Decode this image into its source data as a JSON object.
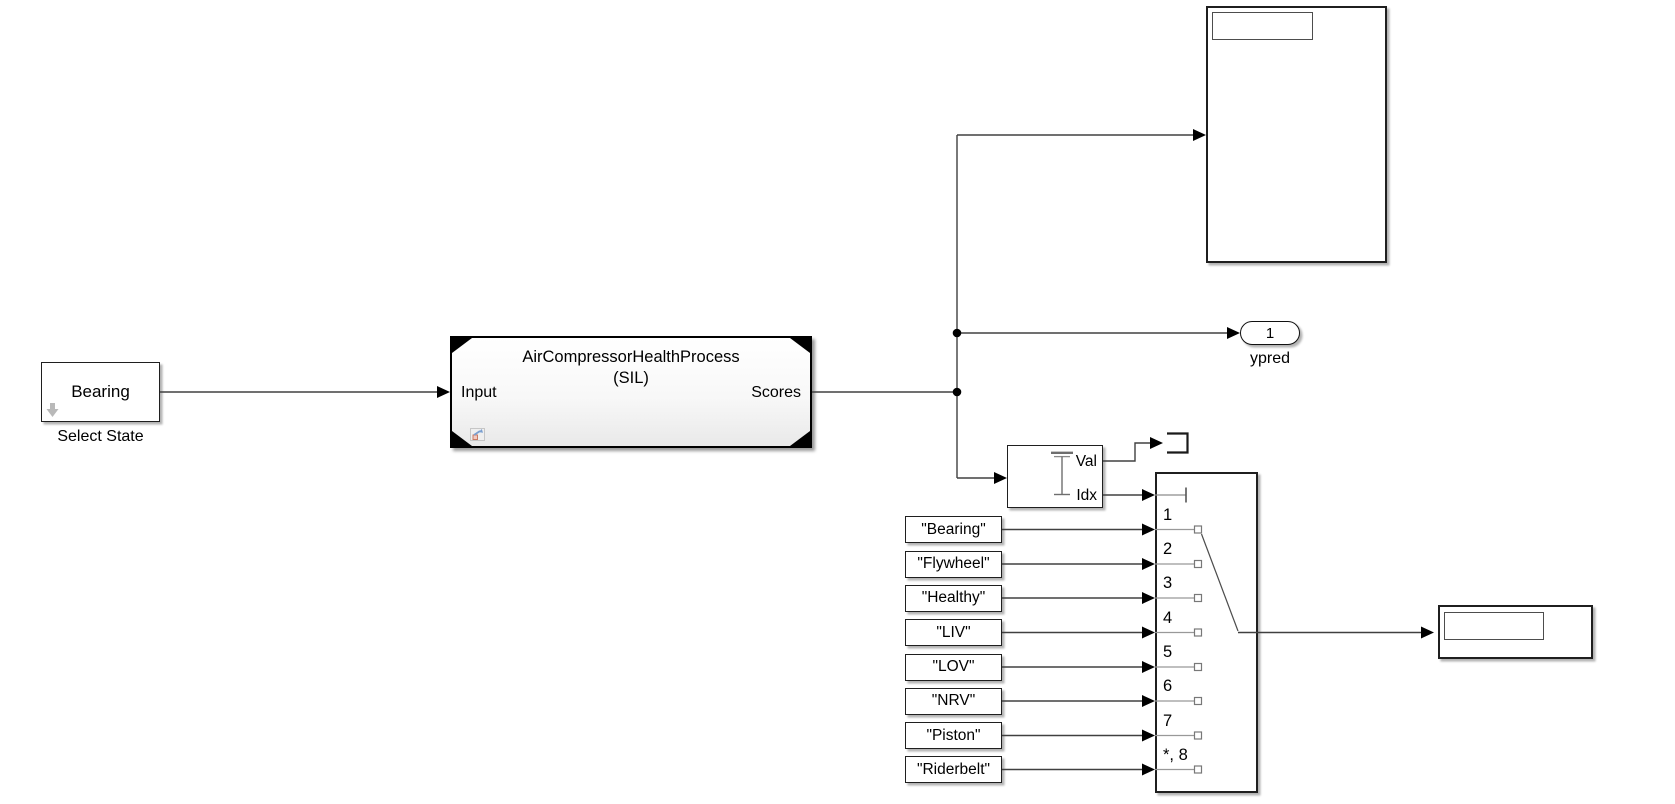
{
  "select_state": {
    "value": "Bearing",
    "caption": "Select State"
  },
  "sil": {
    "line1": "AirCompressorHealthProcess",
    "line2": "(SIL)",
    "input": "Input",
    "scores": "Scores"
  },
  "displays": {
    "top_value": "",
    "right_value": ""
  },
  "ypred": {
    "index": "1",
    "caption": "ypred"
  },
  "minmax": {
    "val": "Val",
    "idx": "Idx"
  },
  "mswitch": {
    "ports": [
      "1",
      "2",
      "3",
      "4",
      "5",
      "6",
      "7",
      "*, 8"
    ]
  },
  "constants": [
    "\"Bearing\"",
    "\"Flywheel\"",
    "\"Healthy\"",
    "\"LIV\"",
    "\"LOV\"",
    "\"NRV\"",
    "\"Piston\"",
    "\"Riderbelt\""
  ],
  "colors": {
    "wire": "#404040",
    "block_border": "#1f1f1f",
    "stub_gray": "#8c8c8c",
    "sil_fill_bottom": "#e9e9e9"
  }
}
